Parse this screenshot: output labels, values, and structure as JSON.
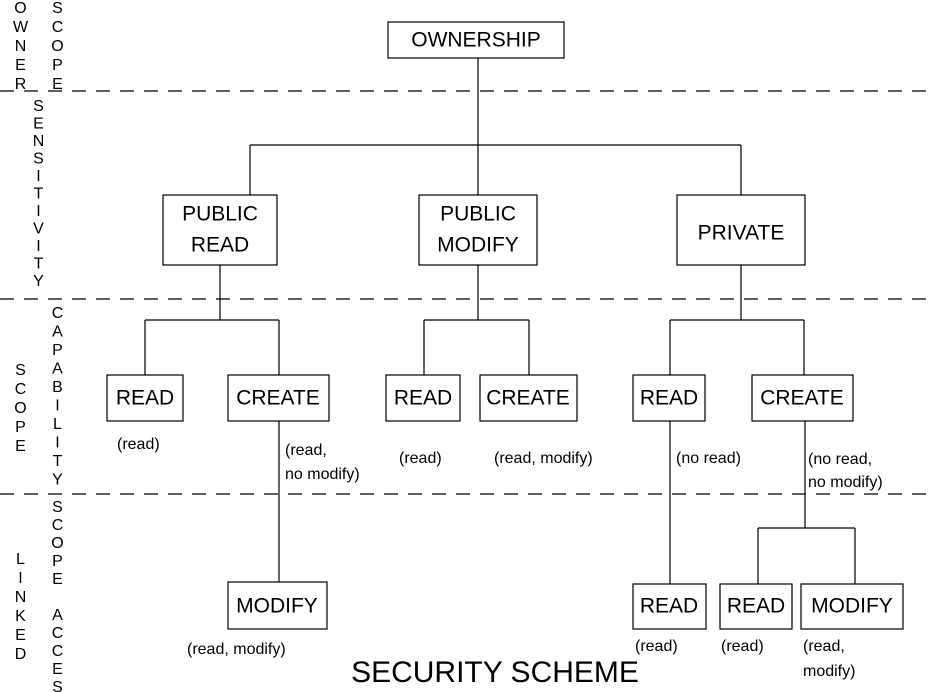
{
  "title": "SECURITY SCHEME",
  "side_labels": {
    "owner": "OWNER",
    "owner_scope": "SCOPE",
    "sensitivity": "SENSITIVITY",
    "scope": "SCOPE",
    "capability": "CAPABILITY",
    "linked": "LINKED",
    "scope_access": "SCOPE ACCES"
  },
  "nodes": {
    "ownership": "OWNERSHIP",
    "public_read": [
      "PUBLIC",
      "READ"
    ],
    "public_modify": [
      "PUBLIC",
      "MODIFY"
    ],
    "private": "PRIVATE",
    "pr_read": "READ",
    "pr_create": "CREATE",
    "pm_read": "READ",
    "pm_create": "CREATE",
    "pv_read": "READ",
    "pv_create": "CREATE",
    "pr_create_modify": "MODIFY",
    "pv_read_read": "READ",
    "pv_create_read": "READ",
    "pv_create_modify": "MODIFY"
  },
  "notes": {
    "pr_read": "(read)",
    "pr_create": [
      "(read,",
      "no modify)"
    ],
    "pm_read": "(read)",
    "pm_create": "(read, modify)",
    "pv_read": "(no read)",
    "pv_create": [
      "(no read,",
      "no modify)"
    ],
    "pr_create_modify": "(read, modify)",
    "pv_read_read": "(read)",
    "pv_create_read": "(read)",
    "pv_create_modify": [
      "(read,",
      "modify)"
    ]
  }
}
